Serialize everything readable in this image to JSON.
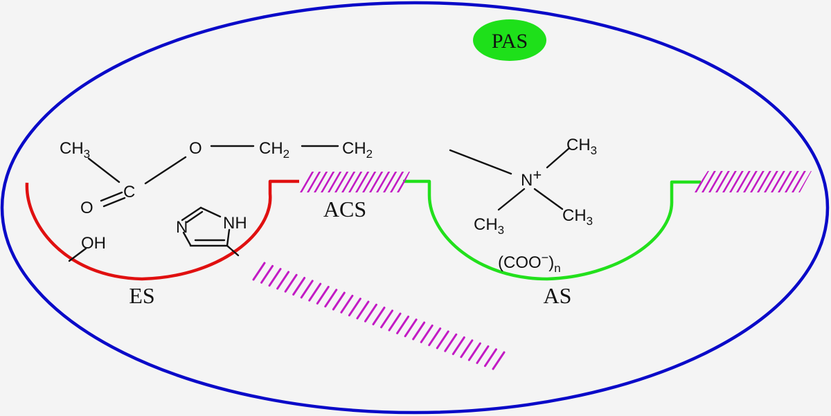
{
  "diagram": {
    "title": "Acetylcholinesterase active site gorge with acetylcholine",
    "colors": {
      "background": "#f4f4f4",
      "enzyme_outline": "#0a0ac8",
      "esteratic_site": "#e01010",
      "anionic_site": "#22e01c",
      "peripheral_site": "#1ee01a",
      "hatch": "#c21bc4",
      "ink": "#111111"
    },
    "sites": {
      "pas": "PAS",
      "es": "ES",
      "acs": "ACS",
      "as": "AS"
    },
    "ligand": {
      "acetyl_ch3": "CH",
      "acetyl_ch3_sub": "3",
      "carbonyl_c": "C",
      "carbonyl_o": "O",
      "ester_o": "O",
      "ch2_a": "CH",
      "ch2_a_sub": "2",
      "ch2_b": "CH",
      "ch2_b_sub": "2",
      "nitrogen": "N",
      "nitrogen_charge": "+",
      "methyl_top": "CH",
      "methyl_top_sub": "3",
      "methyl_left": "CH",
      "methyl_left_sub": "3",
      "methyl_right": "CH",
      "methyl_right_sub": "3"
    },
    "residues": {
      "serine_oh": "OH",
      "histidine_n": "N",
      "histidine_nh": "NH",
      "carboxylate": "(COO",
      "carboxylate_charge": "−",
      "carboxylate_close": ")",
      "carboxylate_sub": "n"
    }
  }
}
